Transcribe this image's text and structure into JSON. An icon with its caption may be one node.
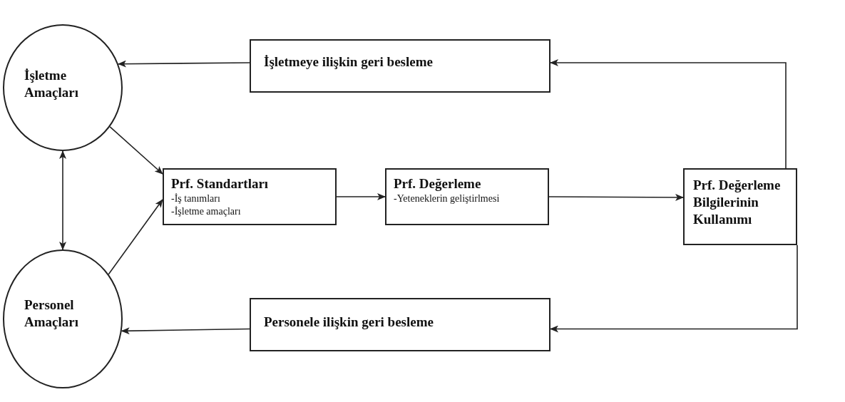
{
  "diagram": {
    "nodes": [
      {
        "text": [
          "İşletme Amaçları"
        ]
      },
      {
        "text": [
          "İşletmeye ilişkin geri besleme"
        ]
      },
      {
        "text": [
          "Prf. Standartları",
          "-İş tanımları",
          "-İşletme amaçları"
        ]
      },
      {
        "text": [
          "Prf. Değerleme",
          "-Yeteneklerin geliştirlmesi"
        ]
      },
      {
        "text": [
          "Prf. Değerleme Bilgilerinin Kullanımı"
        ]
      },
      {
        "text": [
          "Personel Amaçları"
        ]
      },
      {
        "text": [
          "Personele ilişkin geri besleme"
        ]
      }
    ],
    "edges": [
      {
        "from": 1,
        "to": 0,
        "arrow": "to"
      },
      {
        "from": 4,
        "to": 1,
        "arrow": "to"
      },
      {
        "from": 0,
        "to": 2,
        "arrow": "to"
      },
      {
        "from": 5,
        "to": 2,
        "arrow": "to"
      },
      {
        "from": 0,
        "to": 5,
        "arrow": "both"
      },
      {
        "from": 2,
        "to": 3,
        "arrow": "to"
      },
      {
        "from": 3,
        "to": 4,
        "arrow": "to"
      },
      {
        "from": 4,
        "to": 6,
        "arrow": "to"
      },
      {
        "from": 6,
        "to": 5,
        "arrow": "to"
      }
    ]
  }
}
